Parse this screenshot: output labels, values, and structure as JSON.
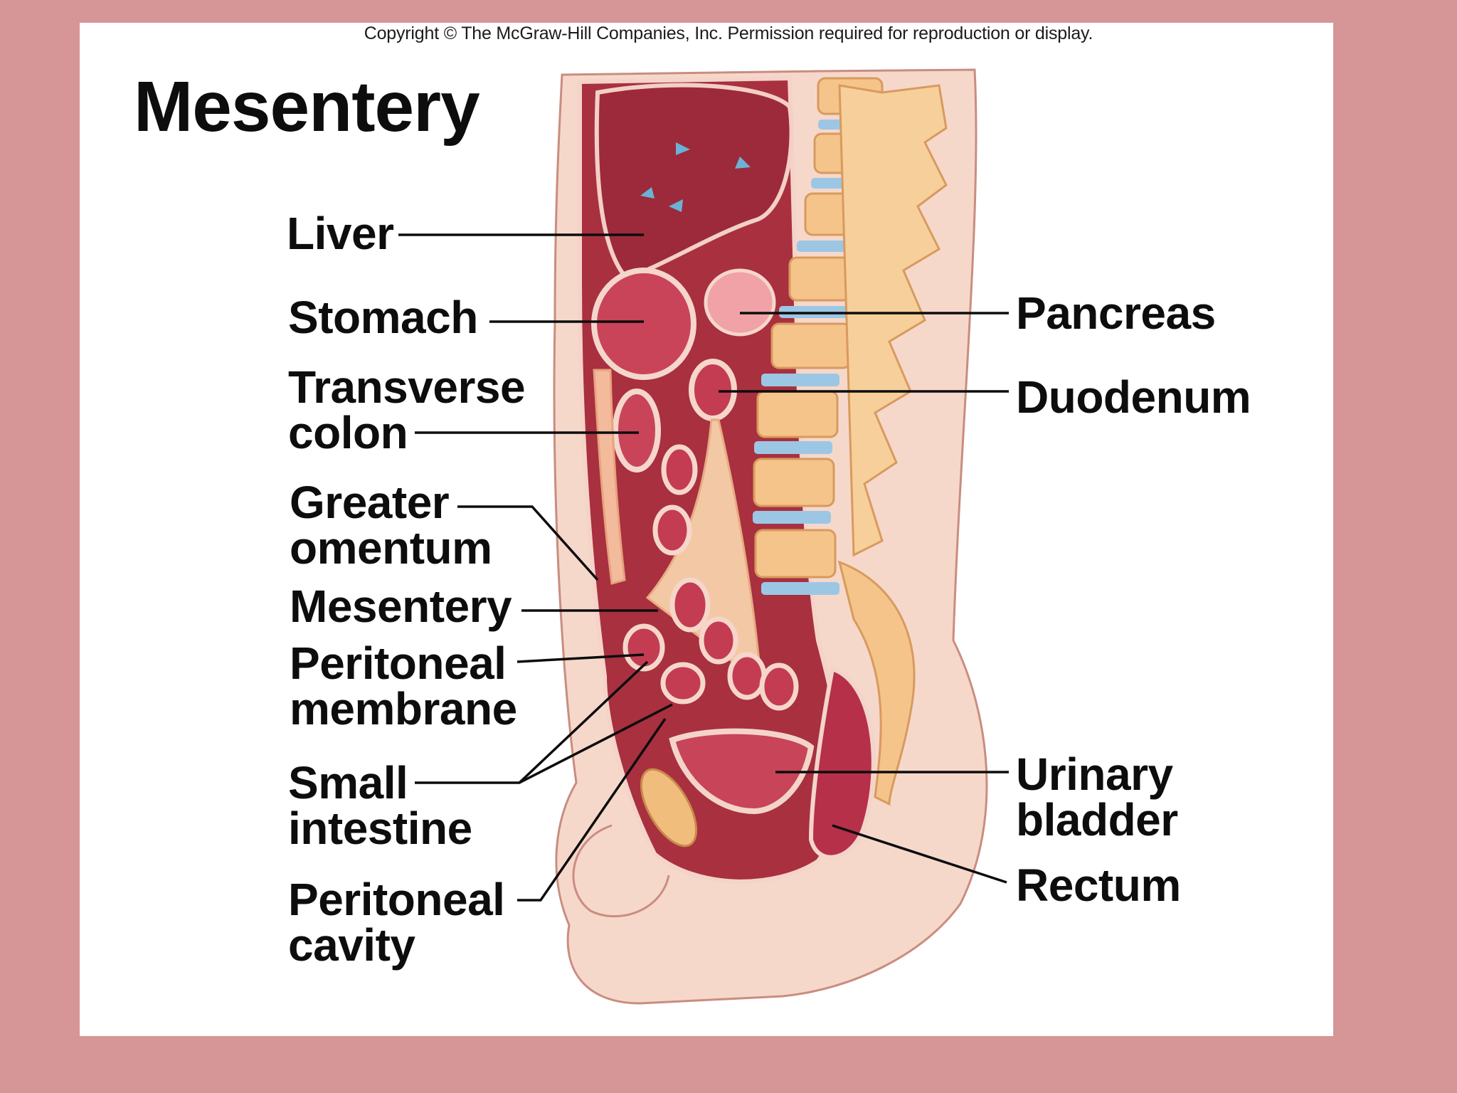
{
  "copyright": "Copyright © The McGraw-Hill Companies, Inc. Permission required for reproduction or display.",
  "title": "Mesentery",
  "labels": {
    "liver": "Liver",
    "stomach": "Stomach",
    "transverse_colon": [
      "Transverse",
      "colon"
    ],
    "greater_omentum": [
      "Greater",
      "omentum"
    ],
    "mesentery": "Mesentery",
    "peritoneal_membrane": [
      "Peritoneal",
      "membrane"
    ],
    "small_intestine": [
      "Small",
      "intestine"
    ],
    "peritoneal_cavity": [
      "Peritoneal",
      "cavity"
    ],
    "pancreas": "Pancreas",
    "duodenum": "Duodenum",
    "urinary_bladder": [
      "Urinary",
      "bladder"
    ],
    "rectum": "Rectum"
  },
  "colors": {
    "background": "#d69596",
    "slide": "#ffffff",
    "organ_red": "#b8344a",
    "tissue_pink": "#f0c2b6",
    "bone": "#f5c48a",
    "disc_blue": "#9cc7e4"
  }
}
